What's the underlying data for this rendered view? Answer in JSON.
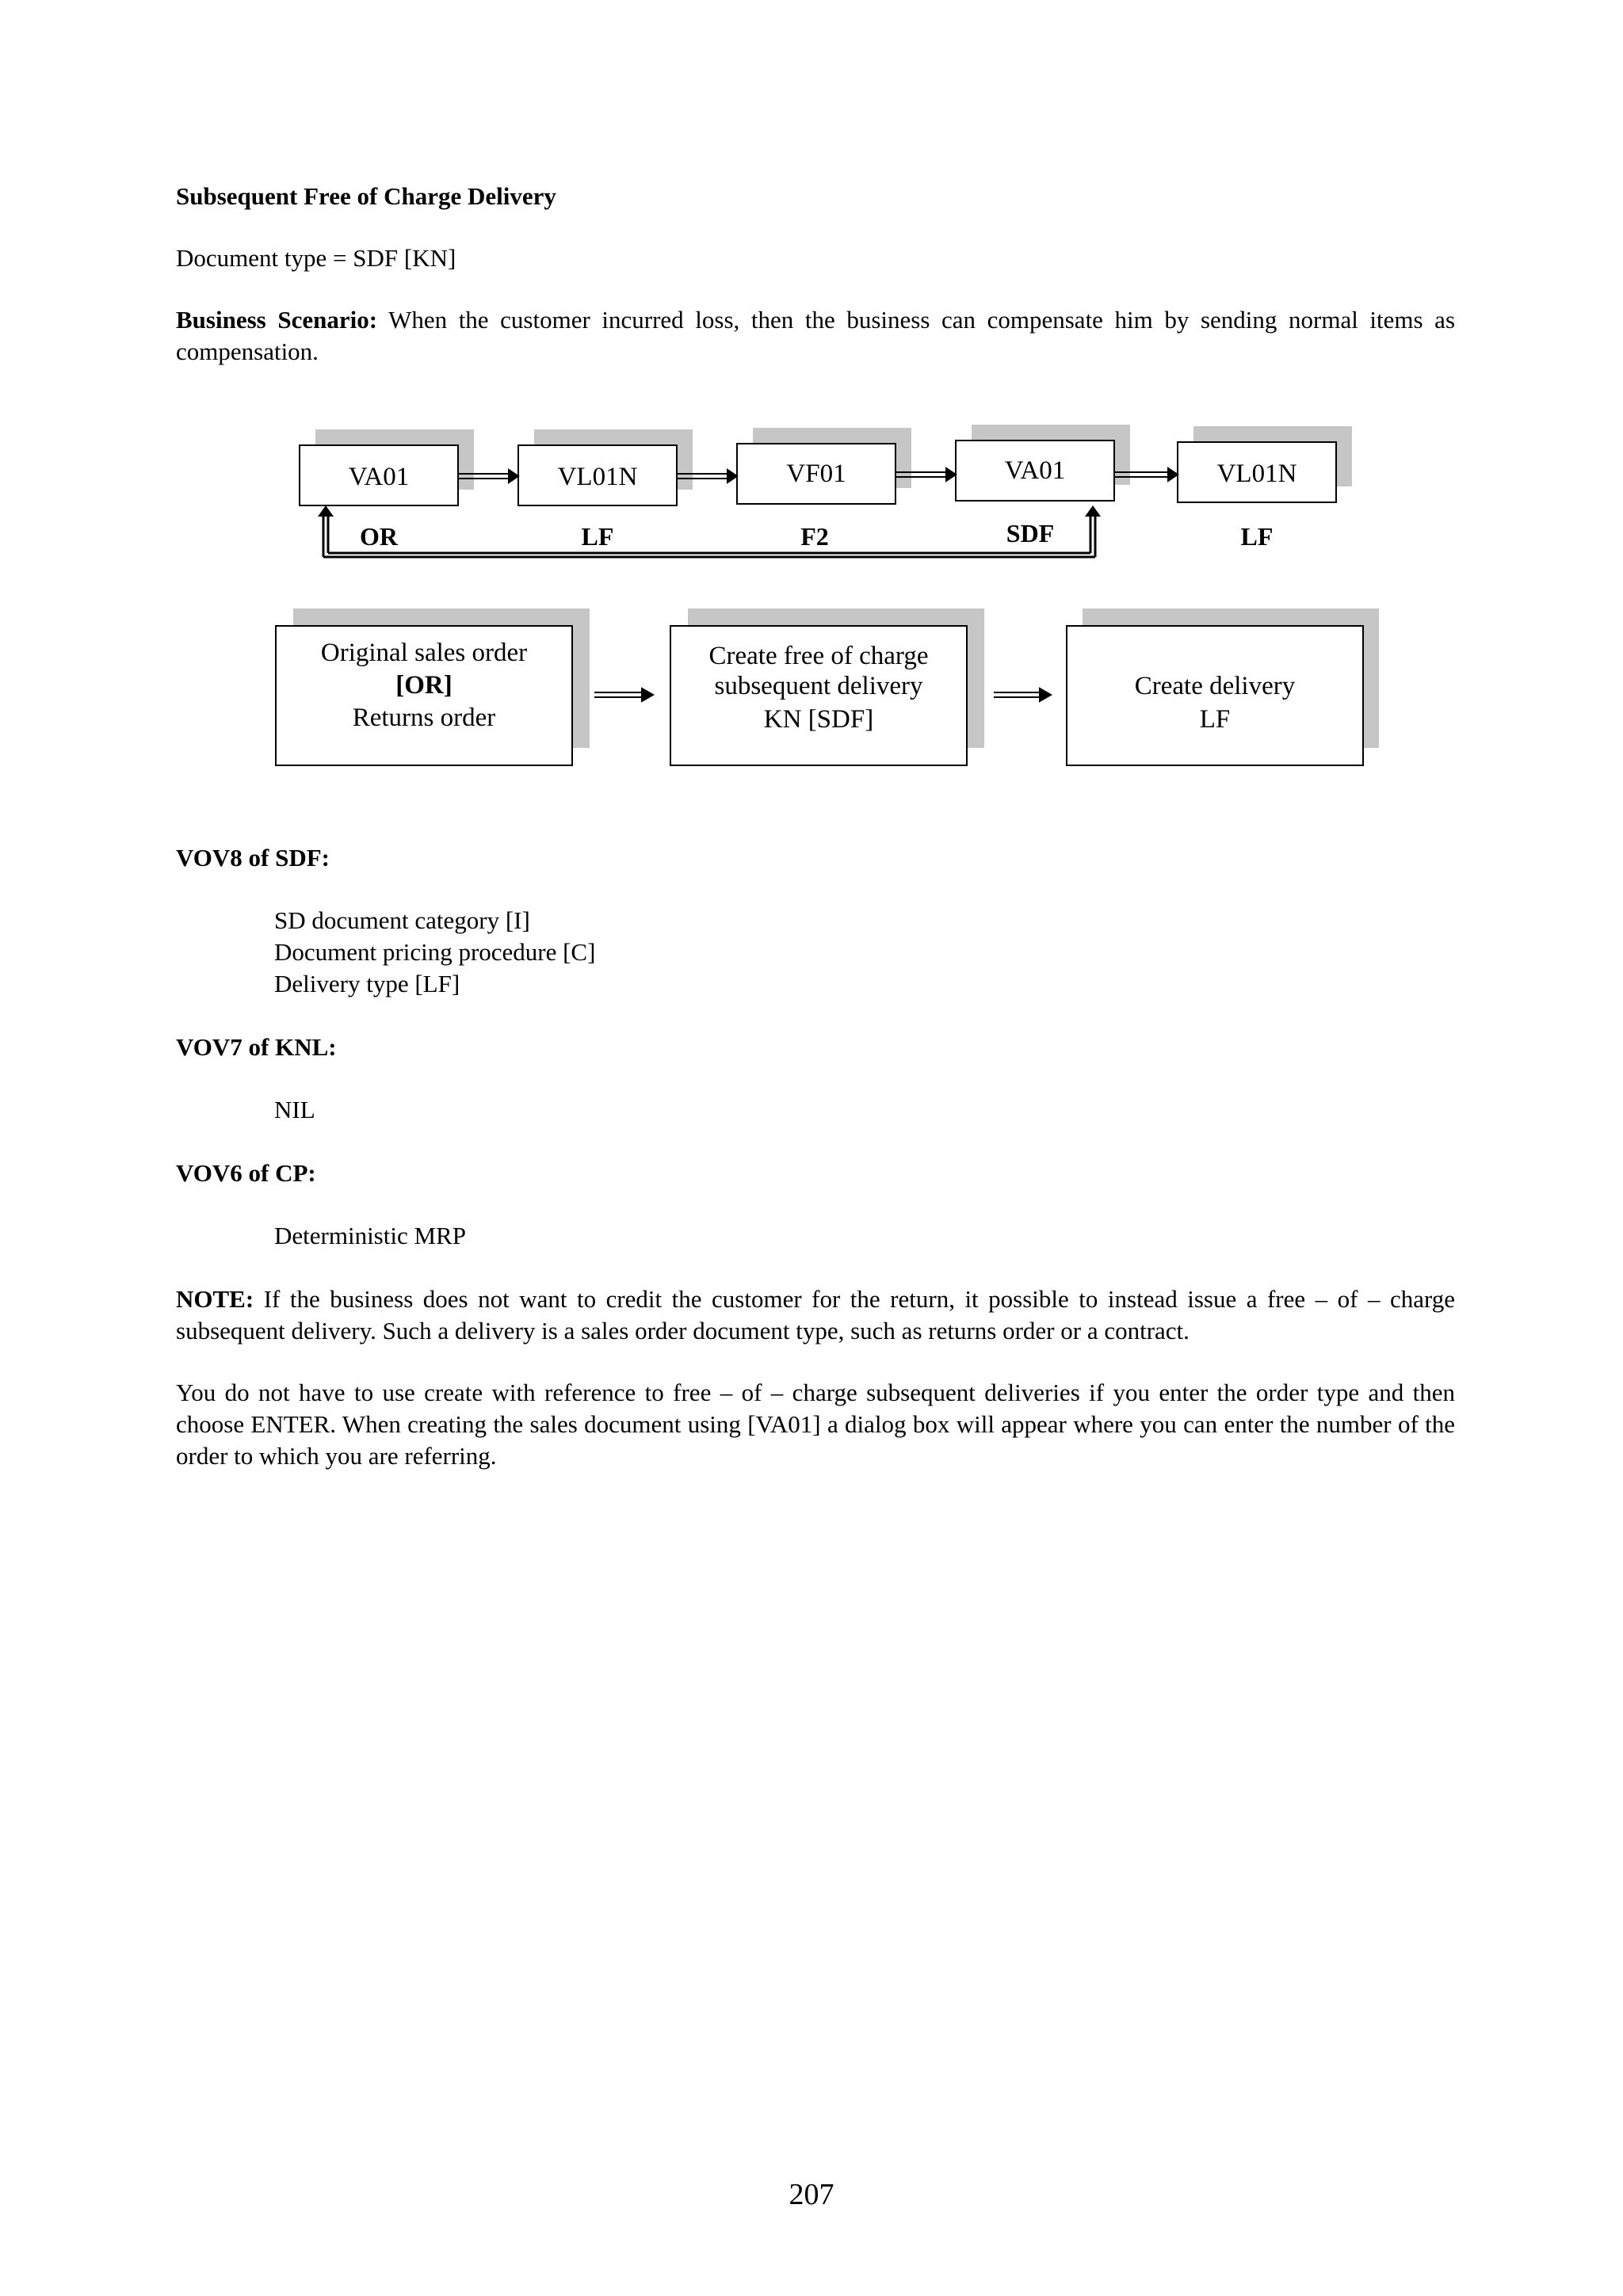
{
  "heading": "Subsequent Free of Charge Delivery",
  "doc_type_line": "Document type = SDF [KN]",
  "business_scenario": {
    "label": "Business Scenario:",
    "text": " When the customer incurred loss, then the business can compensate him by sending normal items as compensation."
  },
  "flow_top": {
    "boxes": [
      "VA01",
      "VL01N",
      "VF01",
      "VA01",
      "VL01N"
    ],
    "labels": [
      "OR",
      "LF",
      "F2",
      "SDF",
      "LF"
    ]
  },
  "flow_bottom": {
    "box1": [
      "Original sales order",
      "[OR]",
      "Returns order"
    ],
    "box2": [
      "Create free of charge",
      "subsequent delivery",
      "KN [SDF]"
    ],
    "box3": [
      "Create delivery",
      "LF"
    ]
  },
  "vov8": {
    "title": "VOV8 of SDF:",
    "items": [
      "SD document category [I]",
      "Document pricing procedure [C]",
      "Delivery type [LF]"
    ]
  },
  "vov7": {
    "title": "VOV7 of KNL:",
    "value": "NIL"
  },
  "vov6": {
    "title": "VOV6 of CP:",
    "value": "Deterministic MRP"
  },
  "note": {
    "label": "NOTE:",
    "text": " If the business does not want to credit the customer for the return, it possible to instead issue a free – of – charge subsequent delivery. Such a delivery is a sales order document type, such as returns order or a contract."
  },
  "paragraph": "You do not have to use create with reference to free – of – charge subsequent deliveries if you enter the order type and then choose ENTER. When creating the sales document using [VA01] a dialog box will appear where you can enter the number of the order to which you are referring.",
  "page_number": "207"
}
